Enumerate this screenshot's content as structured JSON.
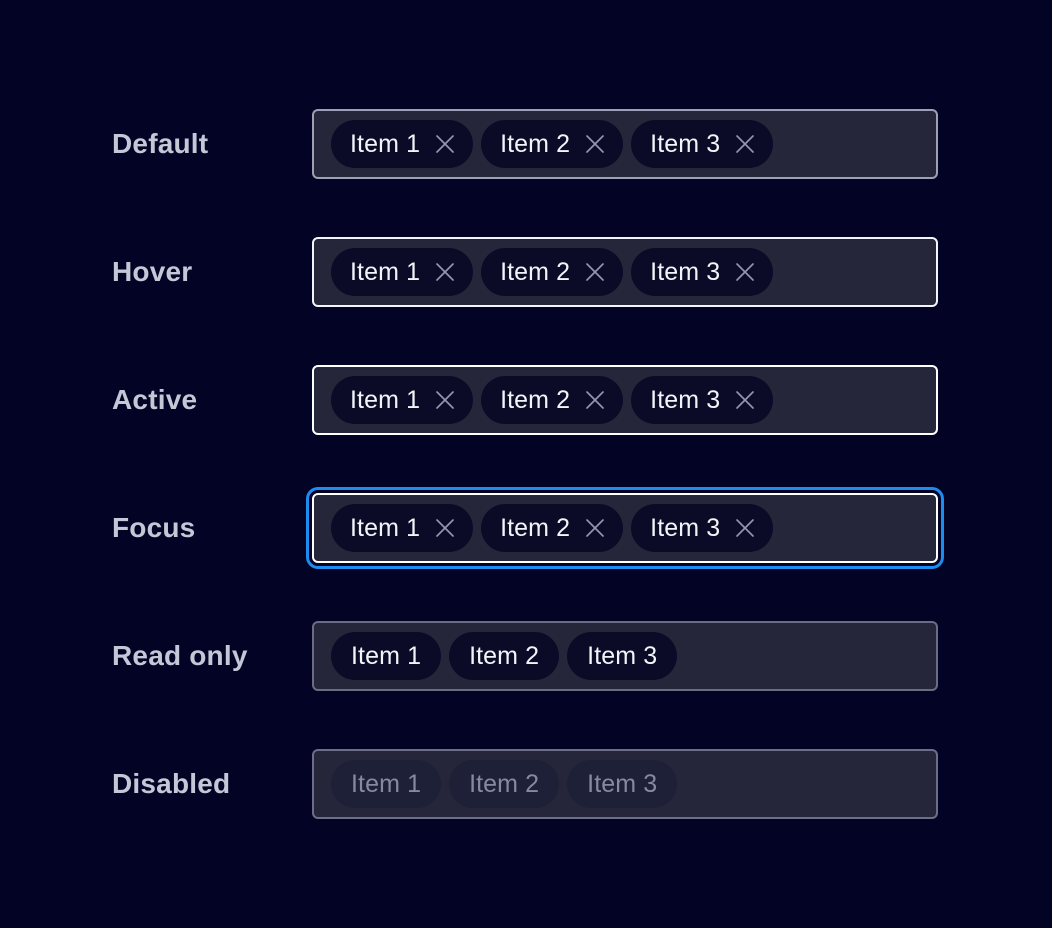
{
  "theme": {
    "page_background": "#030326",
    "field_background": "#26263a",
    "chip_background": "#0b0b28",
    "chip_text": "#f3f4f8",
    "label_text": "#c3c7d6",
    "border_default": "#9ba0b4",
    "border_hover": "#f4f5f8",
    "border_active": "#ffffff",
    "border_focus_inner": "#ffffff",
    "focus_ring": "#1d8cf0",
    "border_readonly": "#686d84",
    "border_disabled": "#6a6f87",
    "disabled_chip_background": "#1d2036",
    "disabled_chip_text": "#868aa0"
  },
  "rows": [
    {
      "state": "default",
      "label": "Default",
      "removable": true,
      "chips": [
        {
          "label": "Item 1",
          "remove_icon": "close-icon"
        },
        {
          "label": "Item 2",
          "remove_icon": "close-icon"
        },
        {
          "label": "Item 3",
          "remove_icon": "close-icon"
        }
      ]
    },
    {
      "state": "hover",
      "label": "Hover",
      "removable": true,
      "chips": [
        {
          "label": "Item 1",
          "remove_icon": "close-icon"
        },
        {
          "label": "Item 2",
          "remove_icon": "close-icon"
        },
        {
          "label": "Item 3",
          "remove_icon": "close-icon"
        }
      ]
    },
    {
      "state": "active",
      "label": "Active",
      "removable": true,
      "chips": [
        {
          "label": "Item 1",
          "remove_icon": "close-icon"
        },
        {
          "label": "Item 2",
          "remove_icon": "close-icon"
        },
        {
          "label": "Item 3",
          "remove_icon": "close-icon"
        }
      ]
    },
    {
      "state": "focus",
      "label": "Focus",
      "removable": true,
      "chips": [
        {
          "label": "Item 1",
          "remove_icon": "close-icon"
        },
        {
          "label": "Item 2",
          "remove_icon": "close-icon"
        },
        {
          "label": "Item 3",
          "remove_icon": "close-icon"
        }
      ]
    },
    {
      "state": "readonly",
      "label": "Read only",
      "removable": false,
      "chips": [
        {
          "label": "Item 1"
        },
        {
          "label": "Item 2"
        },
        {
          "label": "Item 3"
        }
      ]
    },
    {
      "state": "disabled",
      "label": "Disabled",
      "removable": false,
      "chips": [
        {
          "label": "Item 1"
        },
        {
          "label": "Item 2"
        },
        {
          "label": "Item 3"
        }
      ]
    }
  ]
}
